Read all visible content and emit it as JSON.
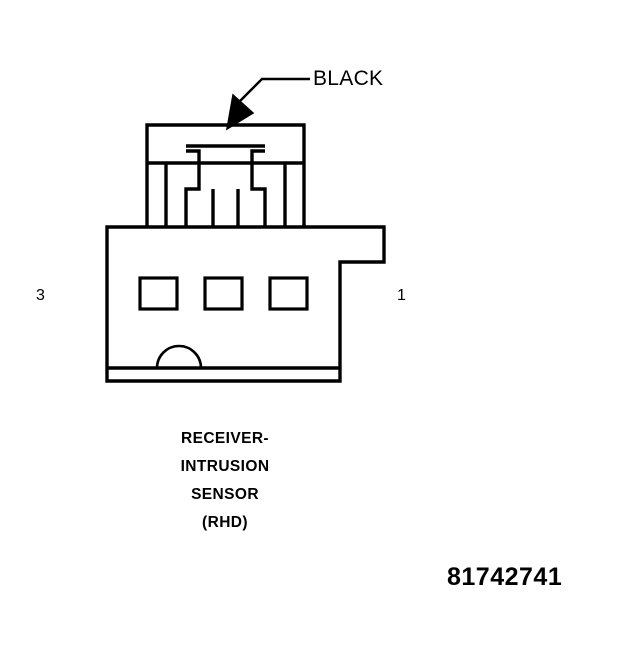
{
  "diagram": {
    "type": "connector-face-view",
    "wire_color_callout": "BLACK",
    "pin_left": "3",
    "pin_right": "1",
    "caption_lines": [
      "RECEIVER-",
      "INTRUSION",
      "SENSOR",
      "(RHD)"
    ],
    "part_number": "81742741",
    "line_color": "#000000",
    "background_color": "#ffffff",
    "terminal_count": 3
  }
}
